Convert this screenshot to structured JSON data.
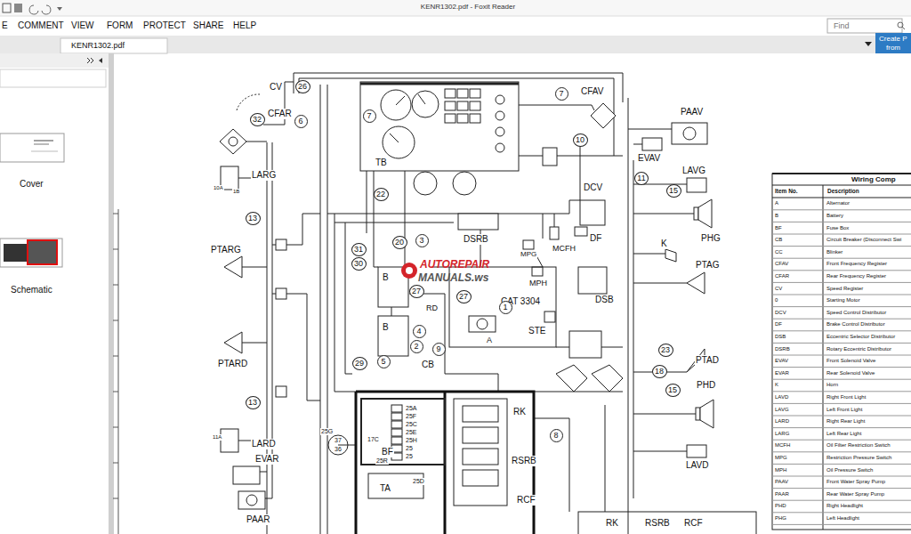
{
  "diagram": {
    "nodes": [
      {
        "text": [
          "26"
        ]
      },
      {
        "text": [
          "32"
        ]
      },
      {
        "text": [
          "6"
        ]
      },
      {
        "text": [
          "7"
        ]
      },
      {
        "text": [
          "7"
        ]
      },
      {
        "text": [
          "10"
        ]
      },
      {
        "text": [
          "11"
        ]
      },
      {
        "text": [
          "22"
        ]
      },
      {
        "text": [
          "15"
        ]
      },
      {
        "text": [
          "13"
        ]
      },
      {
        "text": [
          "20"
        ]
      },
      {
        "text": [
          "3"
        ]
      },
      {
        "text": [
          "31"
        ]
      },
      {
        "text": [
          "30"
        ]
      },
      {
        "text": [
          "27"
        ]
      },
      {
        "text": [
          "27"
        ]
      },
      {
        "text": [
          "1"
        ]
      },
      {
        "text": [
          "4"
        ]
      },
      {
        "text": [
          "2"
        ]
      },
      {
        "text": [
          "9"
        ]
      },
      {
        "text": [
          "23"
        ]
      },
      {
        "text": [
          "29"
        ]
      },
      {
        "text": [
          "5"
        ]
      },
      {
        "text": [
          "18"
        ]
      },
      {
        "text": [
          "15"
        ]
      },
      {
        "text": [
          "13"
        ]
      },
      {
        "text": [
          "8"
        ]
      }
    ],
    "labels": [
      "E",
      "COMMENT",
      "VIEW",
      "FORM",
      "PROTECT",
      "SHARE",
      "HELP",
      "KENR1302.pdf - Foxit Reader",
      "Find",
      "Create P",
      "from",
      "KENR1302.pdf",
      "Cover",
      "Schematic",
      "CV",
      "CFAR",
      "LARG",
      "10A",
      "1B",
      "PTARG",
      "PTARD",
      "11A",
      "LARD",
      "EVAR",
      "PAAR",
      "TB",
      "B",
      "B",
      "RD",
      "CB",
      "DSRB",
      "MPG",
      "MCFH",
      "MPH",
      "CAT 3304",
      "A",
      "STE",
      "DCV",
      "DF",
      "DSB",
      "CFAV",
      "EVAV",
      "PAAV",
      "LAVG",
      "PHG",
      "K",
      "PTAG",
      "PTAD",
      "PHD",
      "LAVD",
      "RK",
      "RSRB",
      "RCF",
      "BF",
      "TA",
      "25A",
      "25F",
      "25C",
      "25E",
      "25H",
      "25",
      "25",
      "25R",
      "17C",
      "25D",
      "25G",
      "37",
      "36",
      "RK",
      "RSRB",
      "RCF",
      "AUTOREPAIR",
      "MANUALS.ws",
      "Wiring Comp",
      "Item No.",
      "Description",
      "A",
      "Alternator",
      "B",
      "Battery",
      "BF",
      "Fuse Box",
      "CB",
      "Circuit Breaker (Disconnect Swi",
      "CC",
      "Blinker",
      "CFAV",
      "Front Frequency Register",
      "CFAR",
      "Rear Frequency Register",
      "CV",
      "Speed Register",
      "0",
      "Starting Motor",
      "DCV",
      "Speed Control Distributor",
      "DF",
      "Brake Control Distributor",
      "DSB",
      "Eccentric Selector Distributor",
      "DSRB",
      "Rotary Eccentric Distributor",
      "EVAV",
      "Front Solenoid Valve",
      "EVAR",
      "Rear Solenoid Valve",
      "K",
      "Horn",
      "LAVD",
      "Right Front Light",
      "LAVG",
      "Left Front Light",
      "LARD",
      "Right Rear Light",
      "LARG",
      "Left Rear Light",
      "MCFH",
      "Oil Filter Restriction Switch",
      "MPG",
      "Restriction Pressure Switch",
      "MPH",
      "Oil Pressure Switch",
      "PAAV",
      "Front Water Spray Pump",
      "PAAR",
      "Rear Water Spray Pump",
      "PHD",
      "Right Headlight",
      "PHG",
      "Left Headlight"
    ]
  }
}
